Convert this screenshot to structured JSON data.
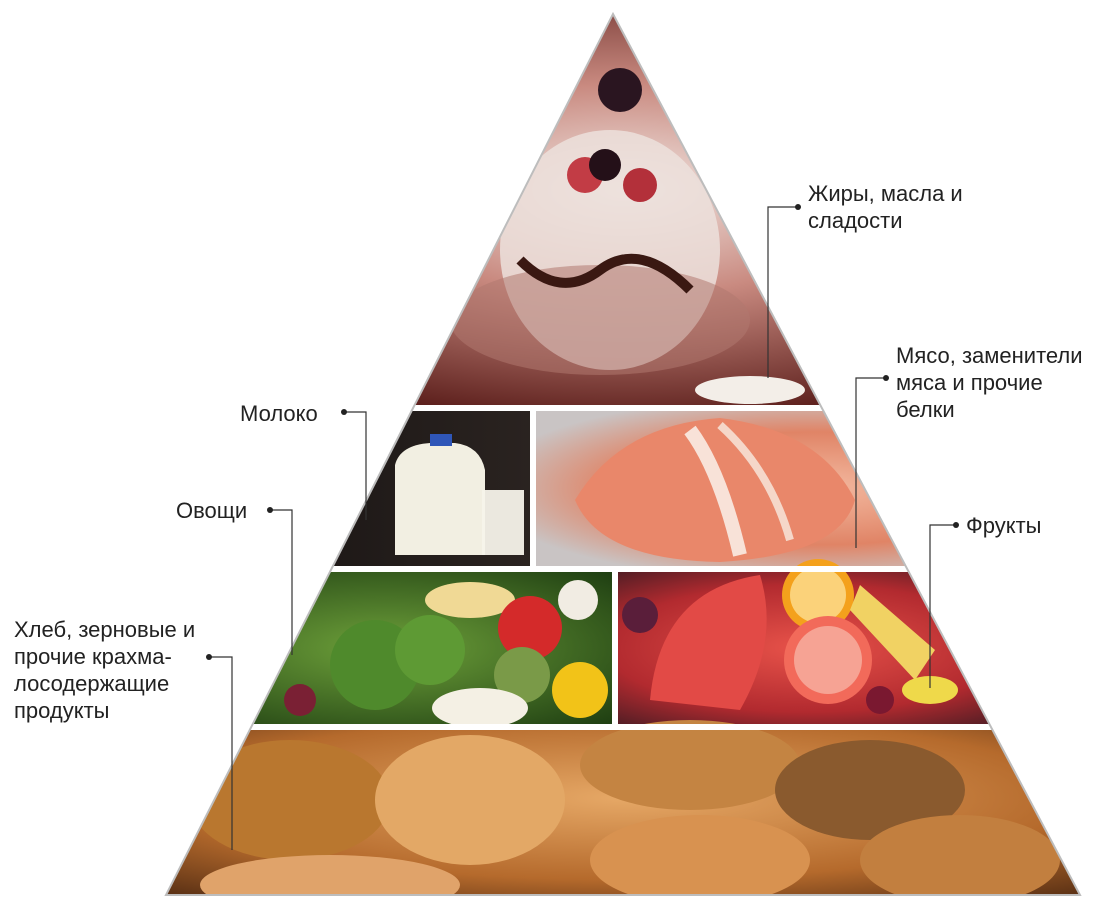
{
  "diagram": {
    "labels": {
      "fats": "Жиры, масла и\nсладости",
      "meat": "Мясо, заменители\nмяса и прочие\nбелки",
      "fruit": "Фрукты",
      "milk": "Молоко",
      "vegetables": "Овощи",
      "grains": "Хлеб, зерновые и\nпрочие крахма-\nлосодержащие\nпродукты"
    },
    "colors": {
      "outline": "#bdbdbd",
      "leader": "#333333",
      "divider": "#ffffff"
    }
  }
}
